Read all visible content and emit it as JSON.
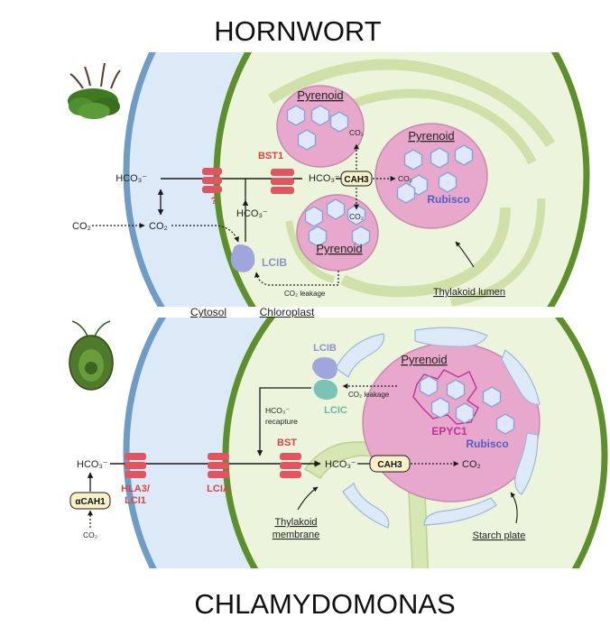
{
  "titles": {
    "top": "HORNWORT",
    "bottom": "CHLAMYDOMONAS"
  },
  "hornwort": {
    "pyrenoid_1": "Pyrenoid",
    "pyrenoid_2": "Pyrenoid",
    "pyrenoid_3": "Pyrenoid",
    "rubisco": "Rubisco",
    "bst1": "BST1",
    "unknown_transporter": "?",
    "hco3_cytosol": "HCO₃⁻",
    "co2_outside": "CO₂",
    "co2_cytosol": "CO₂",
    "hco3_chloroplast": "HCO₃⁻",
    "hco3_stroma": "HCO₃⁻",
    "cah3": "CAH3",
    "co2_pyrenoid_in": "CO₂",
    "co2_top": "CO₂",
    "co2_lower": "CO₂",
    "lcib": "LCIB",
    "co2_leakage": "CO₂ leakage",
    "thylakoid_lumen": "Thylakoid lumen"
  },
  "compartments": {
    "cytosol": "Cytosol",
    "chloroplast": "Chloroplast"
  },
  "chlamydomonas": {
    "lcib": "LCIB",
    "lcic": "LCIC",
    "pyrenoid": "Pyrenoid",
    "co2_leakage": "CO₂ leakage",
    "hco3_recapture_1": "HCO₃⁻",
    "hco3_recapture_2": "recapture",
    "epyc1": "EPYC1",
    "rubisco": "Rubisco",
    "hco3_outside": "HCO₃⁻",
    "hla3_line1": "HLA3/",
    "hla3_line2": "LCI1",
    "lcia": "LCIA",
    "bst": "BST",
    "hco3_stroma": "HCO₃⁻",
    "cah3": "CAH3",
    "co2_lumen": "CO₂",
    "acah1": "αCAH1",
    "co2_outside": "CO₂",
    "thylakoid_membrane_1": "Thylakoid",
    "thylakoid_membrane_2": "membrane",
    "starch_plate": "Starch plate"
  },
  "colors": {
    "cytosol_fill": "#dce9f7",
    "cell_membrane": "#6f9cc4",
    "chloroplast_fill": "#edf4dc",
    "chloroplast_border": "#5d8f2a",
    "thylakoid": "#c8dca0",
    "pyrenoid_fill": "#e8a8cc",
    "rubisco_hex": "#dfe8fb",
    "transporter": "#e0555f",
    "lcib": "#9ea6dc",
    "lcic": "#7bc3b5",
    "epyc1": "#c2309a",
    "red_label": "#d8443f",
    "blue_label": "#4e5fc8",
    "cah3_fill": "#f8f0c6"
  }
}
